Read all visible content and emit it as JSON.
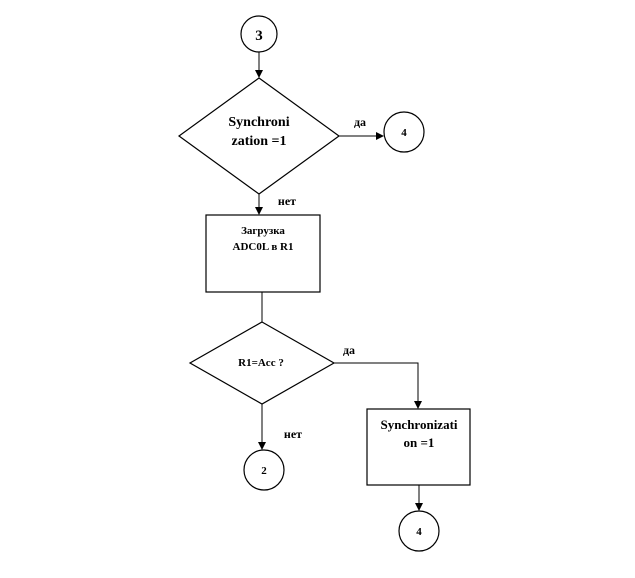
{
  "flowchart": {
    "connector_top": "3",
    "decision_sync": {
      "line1": "Synchroni",
      "line2": "zation =1"
    },
    "decision_sync_yes": "да",
    "connector_yes_1": "4",
    "decision_sync_no": "нет",
    "process_load": {
      "line1": "Загрузка",
      "line2": "ADC0L в R1"
    },
    "decision_compare": "R1=Acc ?",
    "decision_compare_yes": "да",
    "decision_compare_no": "нет",
    "connector_no_2": "2",
    "process_set_sync": {
      "line1": "Synchronizati",
      "line2": "on =1"
    },
    "connector_bottom_4": "4"
  }
}
